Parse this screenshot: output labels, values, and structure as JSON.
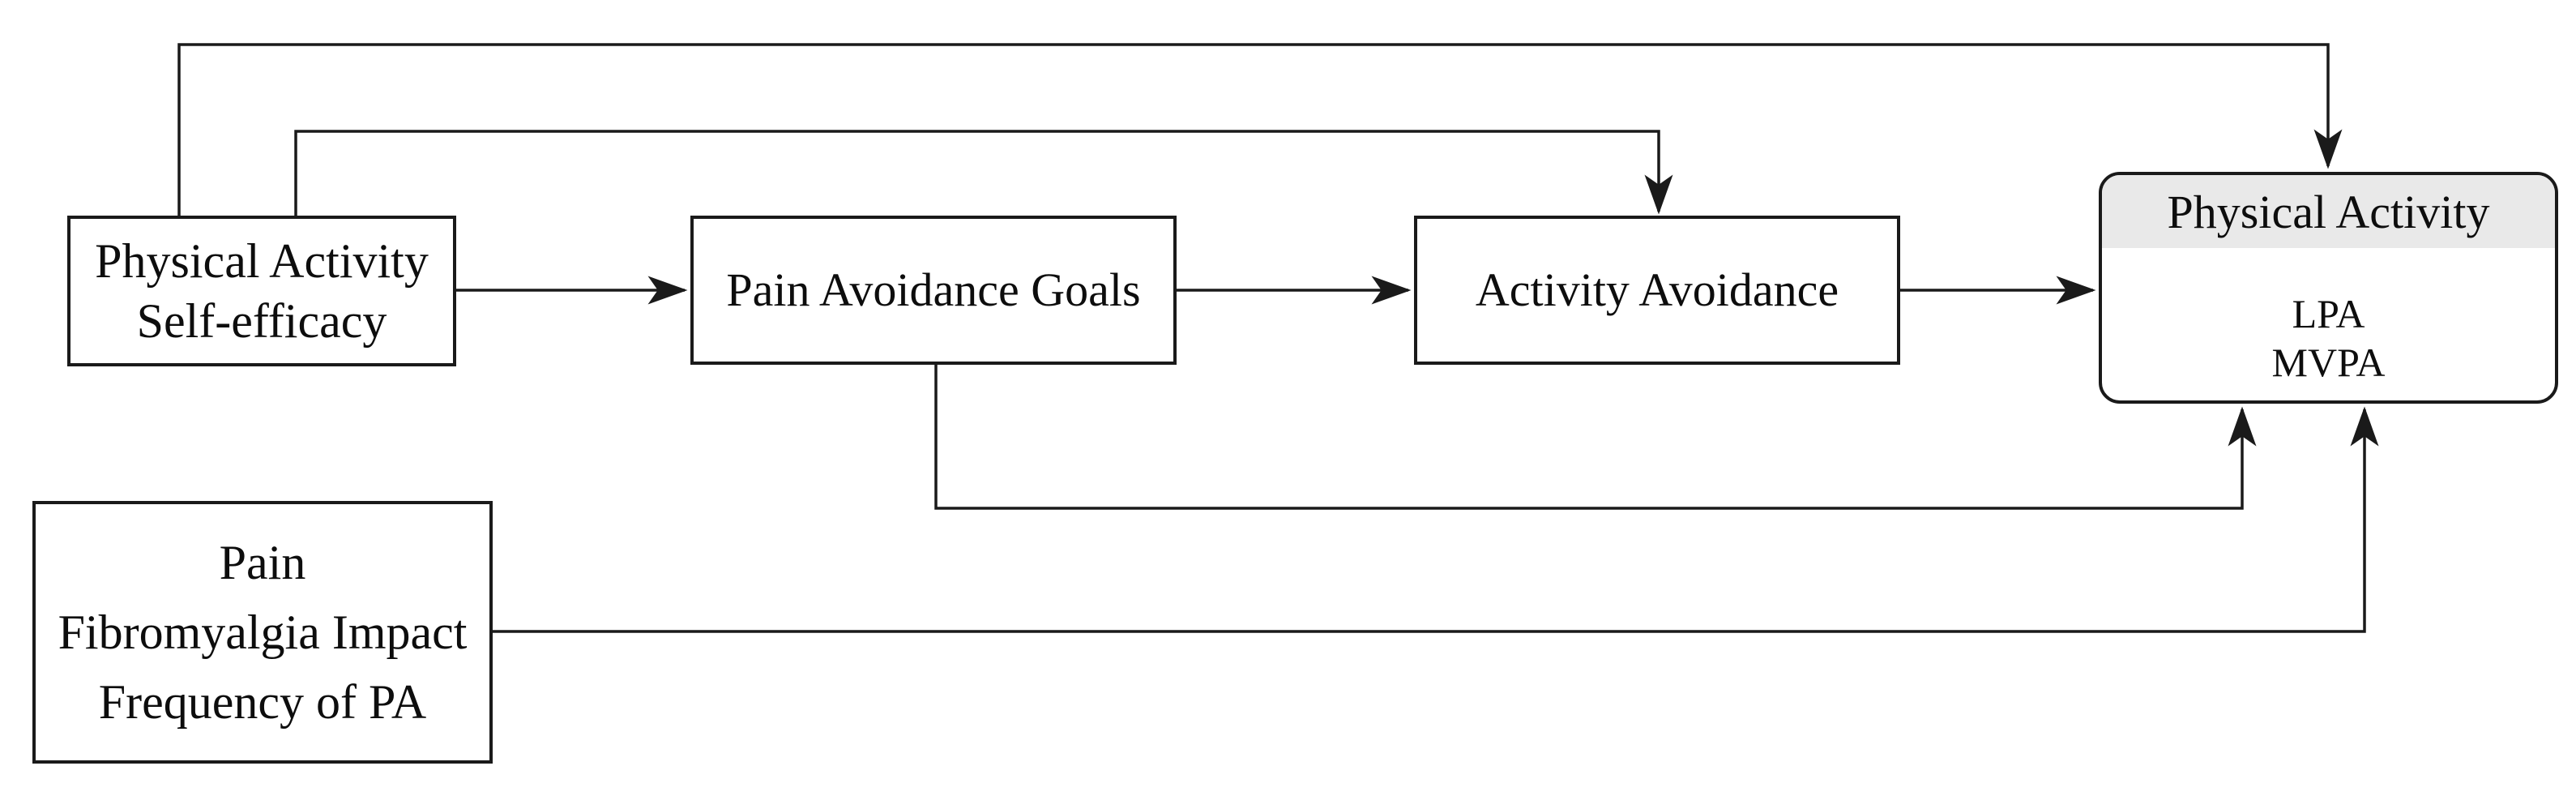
{
  "diagram": {
    "type": "path-model-flow-diagram",
    "background": "#ffffff",
    "ink_color": "#1a1a1a",
    "header_fill": "#e9e9e9",
    "nodes": {
      "pa_self_efficacy": {
        "lines": [
          "Physical Activity",
          "Self-efficacy"
        ]
      },
      "pain_avoidance_goals": {
        "label": "Pain Avoidance Goals"
      },
      "activity_avoidance": {
        "label": "Activity Avoidance"
      },
      "physical_activity": {
        "title": "Physical Activity",
        "items": [
          "LPA",
          "MVPA"
        ]
      },
      "pain_impact": {
        "lines": [
          "Pain",
          "Fibromyalgia Impact",
          "Frequency of PA"
        ]
      }
    },
    "edges": [
      {
        "from": "pa_self_efficacy",
        "to": "physical_activity",
        "route": "over-top"
      },
      {
        "from": "pa_self_efficacy",
        "to": "activity_avoidance",
        "route": "over-top"
      },
      {
        "from": "pa_self_efficacy",
        "to": "pain_avoidance_goals",
        "route": "direct"
      },
      {
        "from": "pain_avoidance_goals",
        "to": "activity_avoidance",
        "route": "direct"
      },
      {
        "from": "activity_avoidance",
        "to": "physical_activity",
        "route": "direct"
      },
      {
        "from": "pain_avoidance_goals",
        "to": "physical_activity",
        "route": "under-bottom"
      },
      {
        "from": "pain_impact",
        "to": "physical_activity",
        "route": "under-bottom"
      }
    ]
  }
}
